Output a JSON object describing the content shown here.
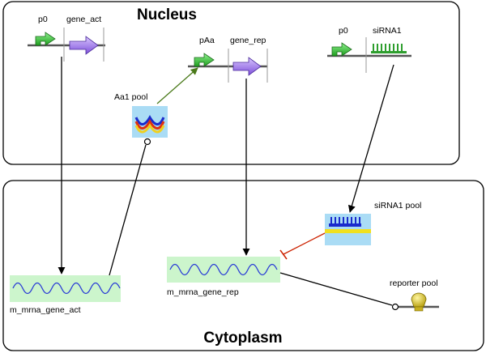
{
  "compartments": {
    "nucleus": "Nucleus",
    "cytoplasm": "Cytoplasm"
  },
  "parts": {
    "p0_a": "p0",
    "gene_act": "gene_act",
    "pAa": "pAa",
    "gene_rep": "gene_rep",
    "p0_b": "p0",
    "siRNA1": "siRNA1"
  },
  "species": {
    "aa1_pool": "Aa1 pool",
    "sirna1_pool": "siRNA1 pool",
    "mrna_act": "m_mrna_gene_act",
    "mrna_rep": "m_mrna_gene_rep",
    "reporter_pool": "reporter pool"
  },
  "colors": {
    "promoter": "#2eb82e",
    "cds": "#9b6fe8",
    "sirna": "#2e9e2e",
    "pool_bg": "#aadcf5",
    "mrna_bg": "#ccf5cc",
    "wave": "#2a3cd6",
    "activation_arrow": "#4a7a1a",
    "repression_arrow": "#cc2200",
    "reporter": "#d8c020"
  }
}
